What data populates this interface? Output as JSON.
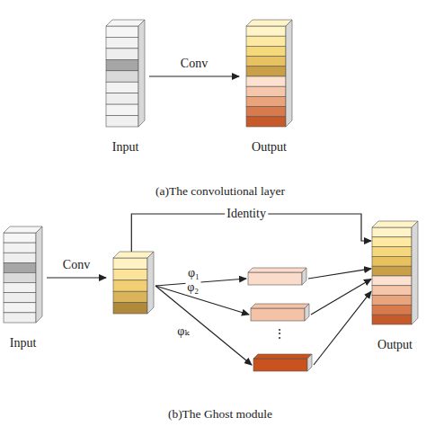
{
  "diagram": {
    "nodes": [
      {
        "text": [
          "Input"
        ]
      },
      {
        "text": [
          "Output"
        ]
      },
      {
        "text": [
          "Input"
        ]
      },
      {
        "text": []
      },
      {
        "text": []
      },
      {
        "text": []
      },
      {
        "text": []
      },
      {
        "text": [
          "Output"
        ]
      }
    ],
    "edges": [
      {
        "from": 0,
        "to": 1,
        "label": "Conv",
        "arrow": "to"
      },
      {
        "from": 2,
        "to": 3,
        "label": "Conv",
        "arrow": "to"
      },
      {
        "from": 3,
        "to": 7,
        "label": "Identity",
        "arrow": "to"
      },
      {
        "from": 3,
        "to": 4,
        "label": "φ₁",
        "arrow": "to"
      },
      {
        "from": 3,
        "to": 5,
        "label": "φ₂",
        "arrow": "to"
      },
      {
        "from": 3,
        "to": 6,
        "label": "φₖ",
        "arrow": "to"
      },
      {
        "from": 4,
        "to": 7,
        "arrow": "to"
      },
      {
        "from": 5,
        "to": 7,
        "arrow": "to"
      },
      {
        "from": 6,
        "to": 7,
        "arrow": "to"
      }
    ],
    "labels": [
      "(a)The convolutional layer",
      "(b)The Ghost module",
      "⋮"
    ]
  }
}
